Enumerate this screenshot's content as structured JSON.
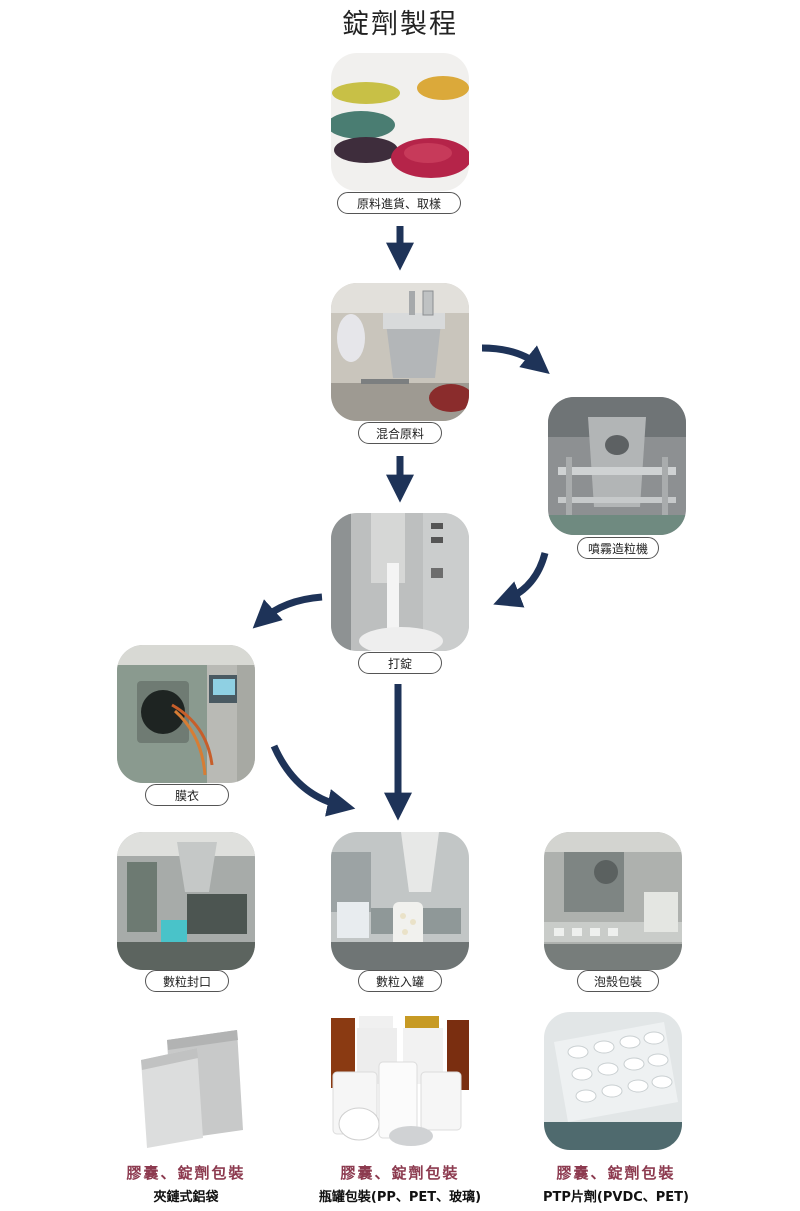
{
  "title": "錠劑製程",
  "steps": {
    "raw_material": "原料進貨、取樣",
    "mixing": "混合原料",
    "spray_granulation": "噴霧造粒機",
    "tableting": "打錠",
    "film_coating": "膜衣",
    "count_seal": "數粒封口",
    "count_bottle": "數粒入罐",
    "blister": "泡殼包裝"
  },
  "packaging": [
    {
      "heading": "膠囊、錠劑包裝",
      "detail": "夾鏈式鋁袋"
    },
    {
      "heading": "膠囊、錠劑包裝",
      "detail": "瓶罐包裝(PP、PET、玻璃)"
    },
    {
      "heading": "膠囊、錠劑包裝",
      "detail": "PTP片劑(PVDC、PET)"
    }
  ],
  "colors": {
    "arrow": "#1e3358",
    "caption_heading": "#8c3a4f"
  }
}
